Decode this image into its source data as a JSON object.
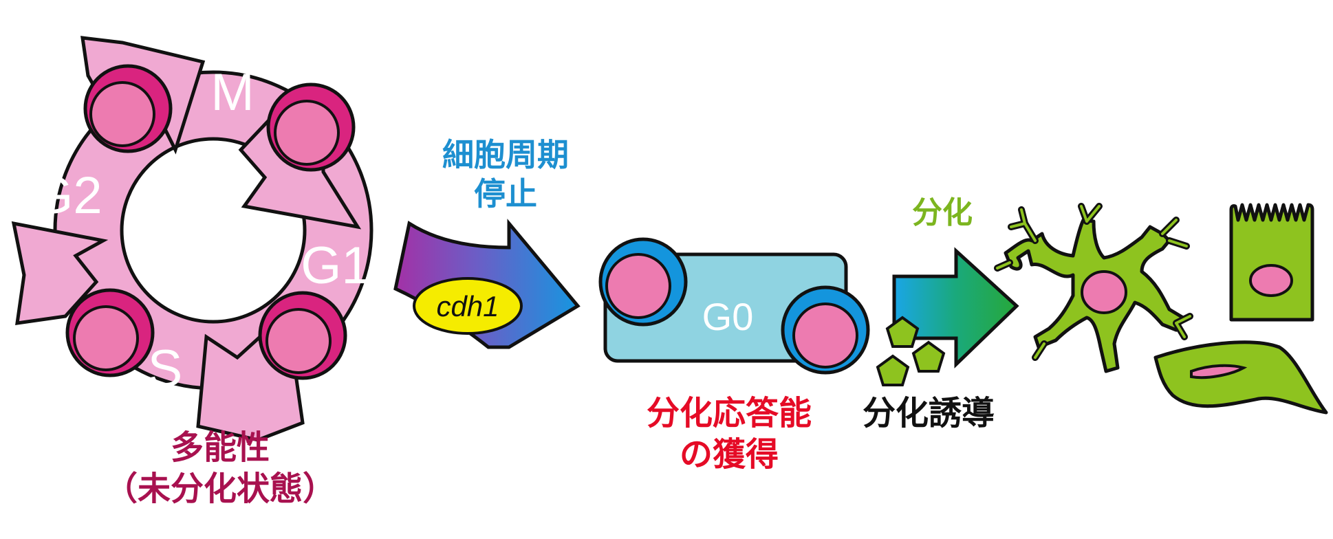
{
  "cycle": {
    "phases": {
      "m": "M",
      "g1": "G1",
      "s": "S",
      "g2": "G2"
    },
    "caption_line1": "多能性",
    "caption_line2": "（未分化状態）"
  },
  "arrest": {
    "line1": "細胞周期",
    "line2": "停止",
    "gene": "cdh1"
  },
  "g0": {
    "label": "G0",
    "caption_line1": "分化応答能",
    "caption_line2": "の獲得"
  },
  "differentiation": {
    "label": "分化",
    "inducer": "分化誘導"
  },
  "colors": {
    "ring": "#f0a9d2",
    "nucleus": "#ed7bb0",
    "nucleus_rim": "#d9247f",
    "g0_box": "#8fd3e1",
    "g0_rim": "#1495dd",
    "diff_cell": "#8ec31f",
    "cdh1_oval": "#f5ec00",
    "red_text": "#e50b26",
    "blue_text": "#1d8fd0",
    "green_text": "#7cb51f",
    "magenta_text": "#a8114f"
  }
}
